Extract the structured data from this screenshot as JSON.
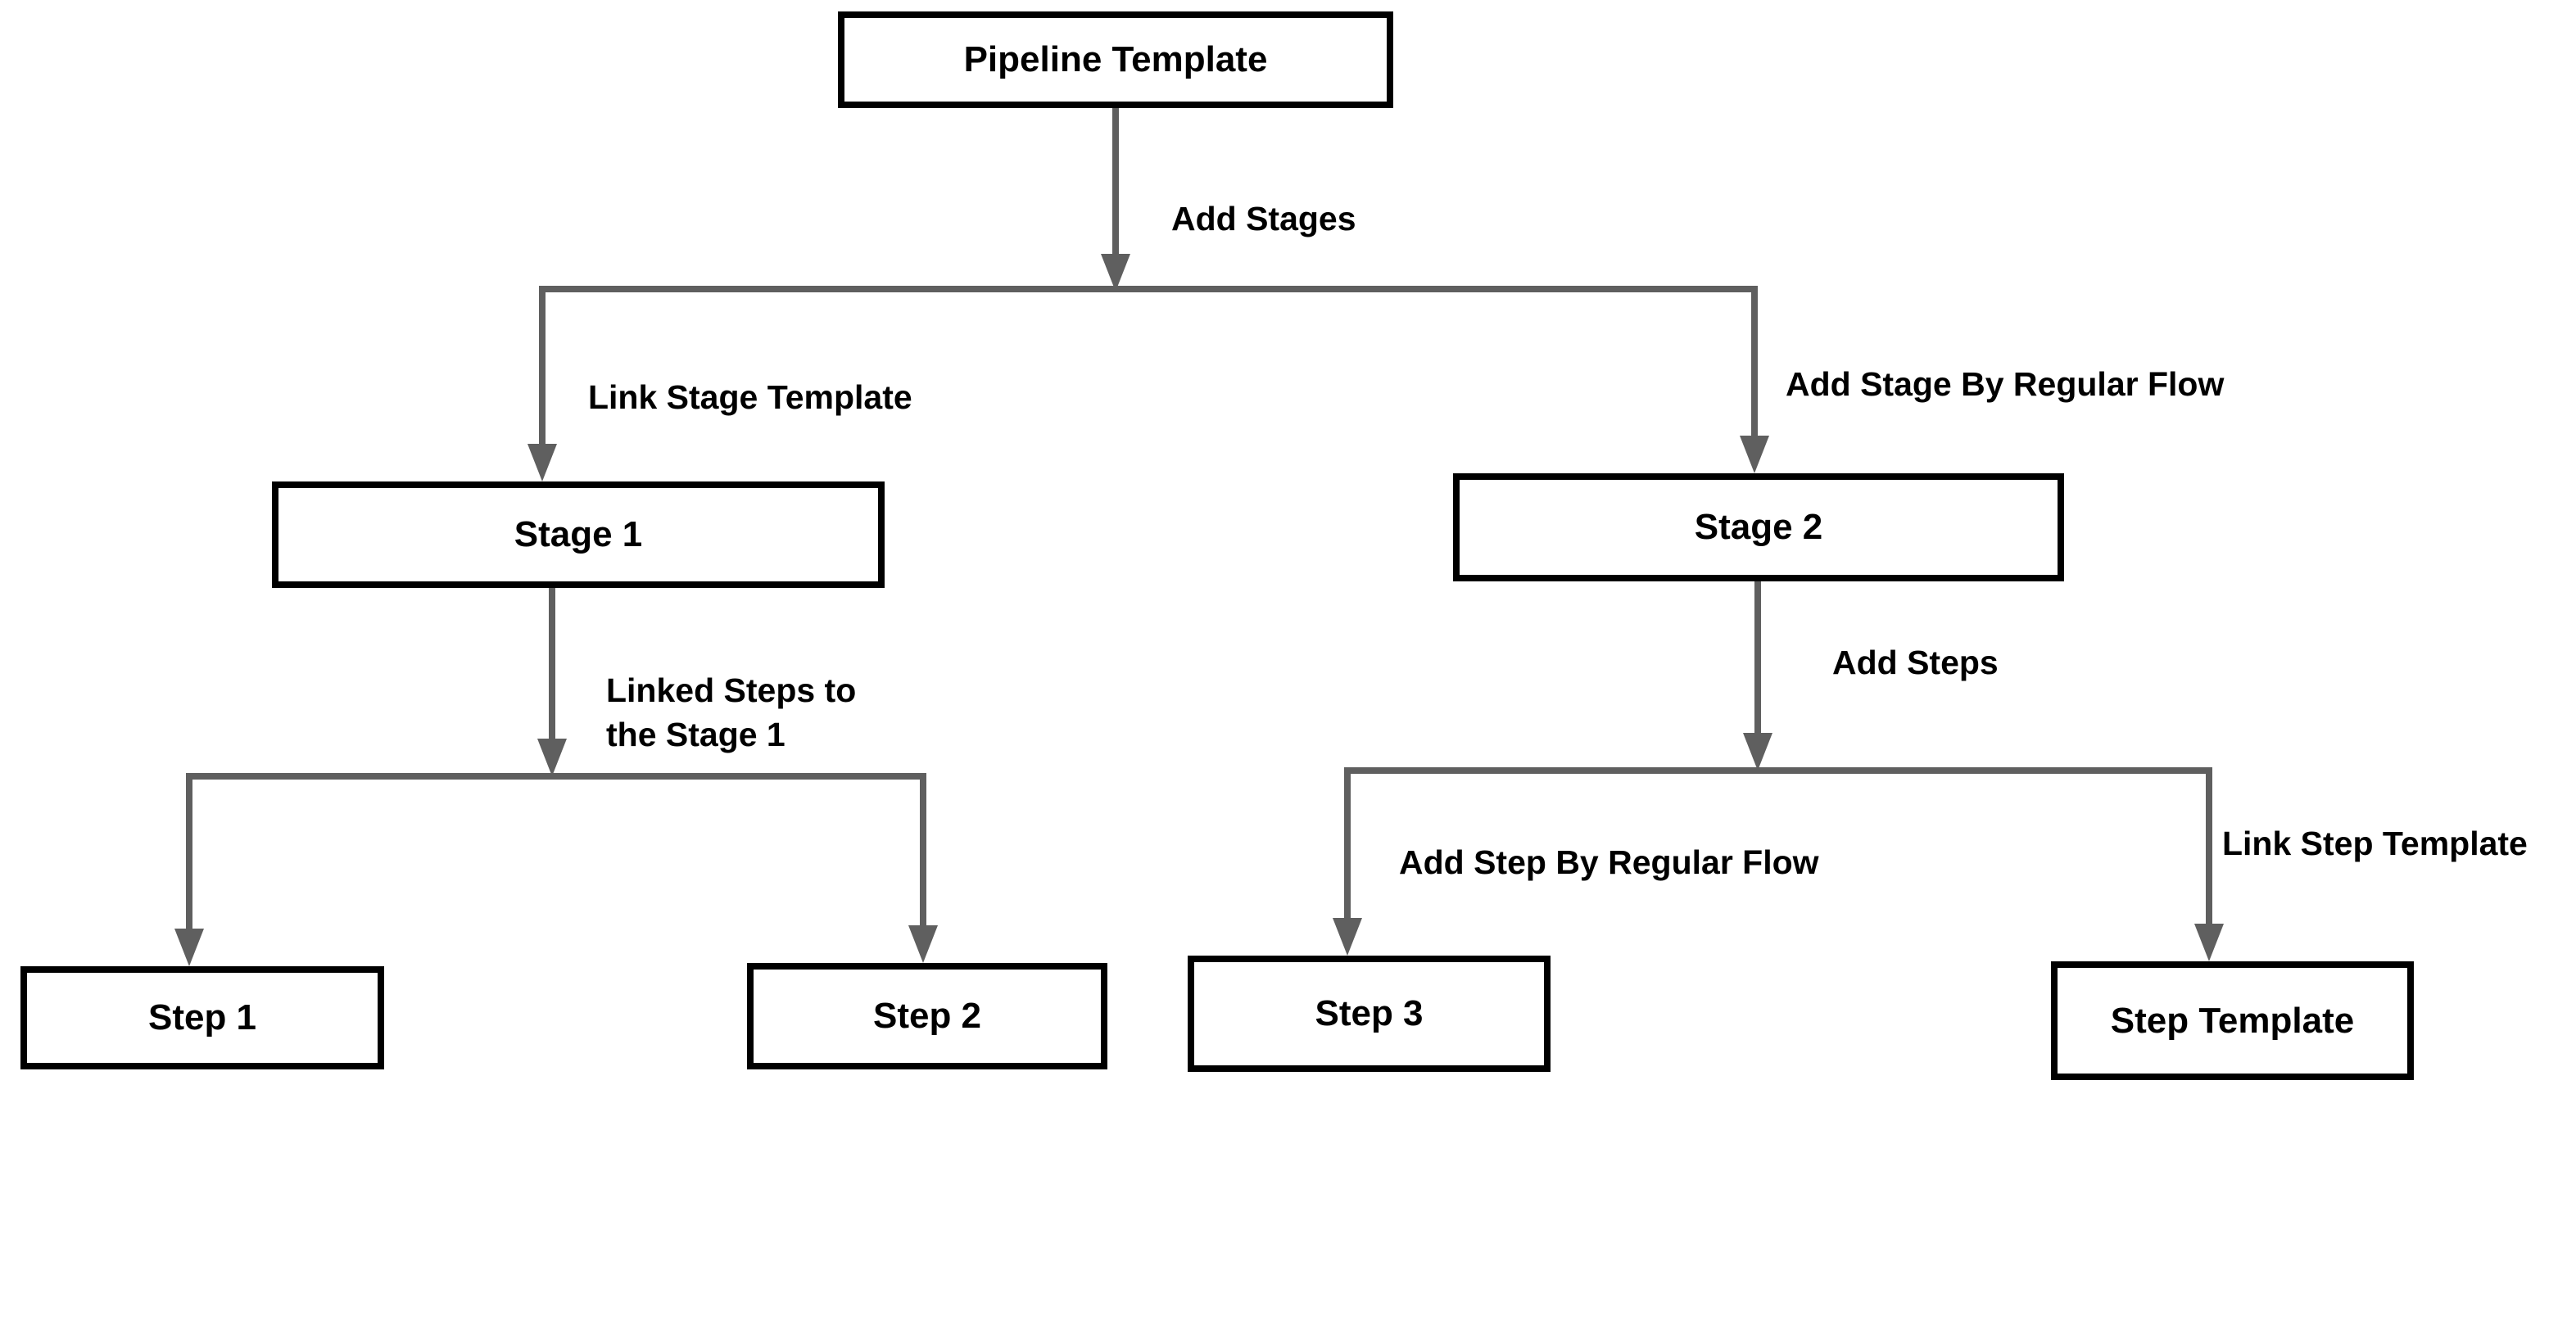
{
  "diagram": {
    "nodes": {
      "pipeline_template": "Pipeline Template",
      "stage_1": "Stage 1",
      "stage_2": "Stage 2",
      "step_1": "Step 1",
      "step_2": "Step 2",
      "step_3": "Step 3",
      "step_template": "Step Template"
    },
    "edge_labels": {
      "add_stages": "Add Stages",
      "link_stage_template": "Link Stage Template",
      "add_stage_by_regular_flow": "Add Stage By Regular Flow",
      "linked_steps_to_stage_1": {
        "lines": [
          "Linked Steps to",
          "the Stage 1"
        ]
      },
      "add_steps": "Add Steps",
      "add_step_by_regular_flow": "Add Step By Regular Flow",
      "link_step_template": "Link Step Template"
    },
    "colors": {
      "connector": "#5f5f5f",
      "node_border": "#000000",
      "text": "#000000",
      "background": "#ffffff"
    }
  }
}
